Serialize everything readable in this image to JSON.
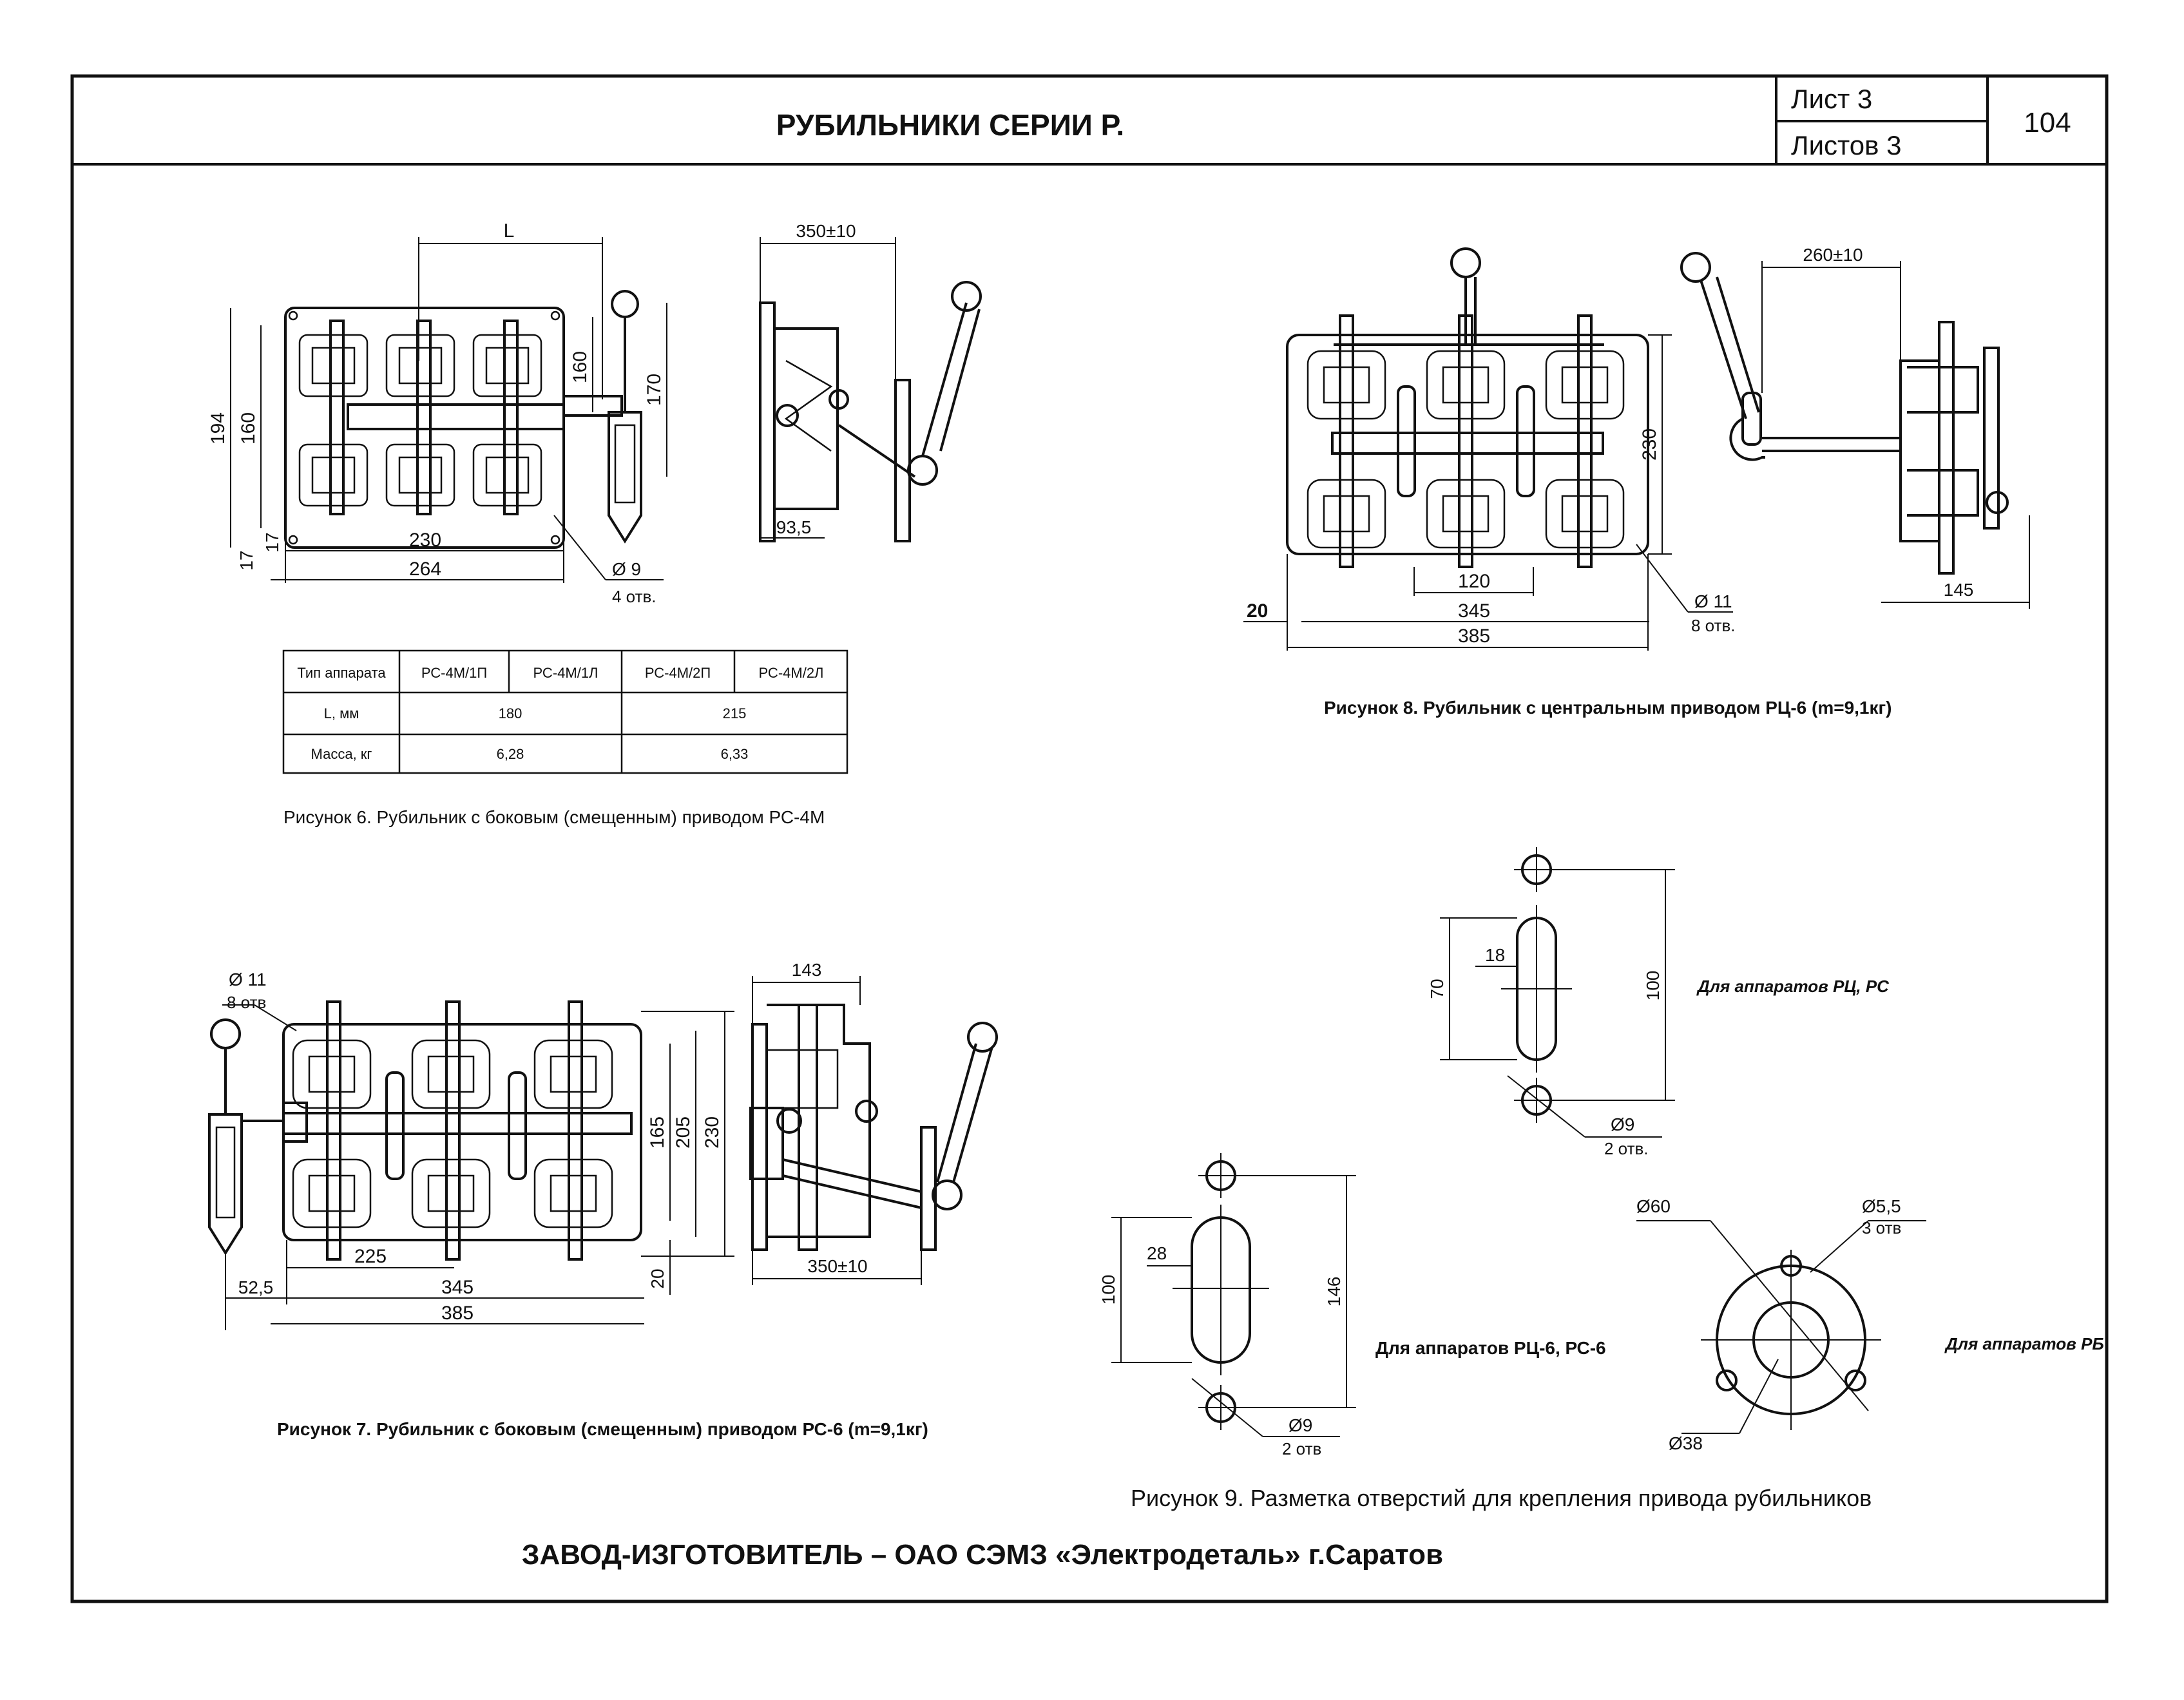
{
  "title": "РУБИЛЬНИКИ СЕРИИ Р.",
  "sheet_label": "Лист 3",
  "sheets_label": "Листов 3",
  "page_number": "104",
  "footer": "ЗАВОД-ИЗГОТОВИТЕЛЬ – ОАО СЭМЗ «Электродеталь» г.Саратов",
  "fig6": {
    "caption": "Рисунок 6. Рубильник с боковым (смещенным) приводом РС-4М",
    "dims": {
      "L": "L",
      "h194": "194",
      "h160a": "160",
      "h160b": "160",
      "h170": "170",
      "w230": "230",
      "w264": "264",
      "m17a": "17",
      "m17b": "17",
      "hole": "Ø 9",
      "holes": "4 отв.",
      "w350": "350±10",
      "w93": "93,5"
    },
    "table": {
      "headers": [
        "Тип аппарата",
        "РС-4М/1П",
        "РС-4М/1Л",
        "РС-4М/2П",
        "РС-4М/2Л"
      ],
      "rows": [
        {
          "label": "L, мм",
          "v1": "180",
          "v2": "215"
        },
        {
          "label": "Масса, кг",
          "v1": "6,28",
          "v2": "6,33"
        }
      ]
    }
  },
  "fig7": {
    "caption": "Рисунок 7. Рубильник с боковым (смещенным) приводом РС-6 (m=9,1кг)",
    "dims": {
      "hole": "Ø 11",
      "holes": "8 отв",
      "w143": "143",
      "h165": "165",
      "h205": "205",
      "h230": "230",
      "w225": "225",
      "w52": "52,5",
      "w345": "345",
      "w385": "385",
      "m20": "20",
      "w350": "350±10"
    }
  },
  "fig8": {
    "caption": "Рисунок 8. Рубильник с центральным приводом РЦ-6 (m=9,1кг)",
    "dims": {
      "w260": "260±10",
      "h230": "230",
      "w120": "120",
      "w345": "345",
      "w385": "385",
      "m20": "20",
      "hole": "Ø 11",
      "holes": "8 отв.",
      "w145": "145"
    }
  },
  "fig9": {
    "caption": "Рисунок 9. Разметка отверстий для крепления привода рубильников",
    "a": {
      "w18": "18",
      "h70": "70",
      "h100": "100",
      "hole": "Ø9",
      "holes": "2 отв.",
      "label": "Для аппаратов РЦ, РС"
    },
    "b": {
      "w28": "28",
      "h100": "100",
      "h146": "146",
      "hole": "Ø9",
      "holes": "2 отв",
      "label": "Для аппаратов РЦ-6, РС-6"
    },
    "c": {
      "d60": "Ø60",
      "d55": "Ø5,5",
      "holes": "3 отв",
      "d38": "Ø38",
      "label": "Для аппаратов РБ"
    }
  }
}
